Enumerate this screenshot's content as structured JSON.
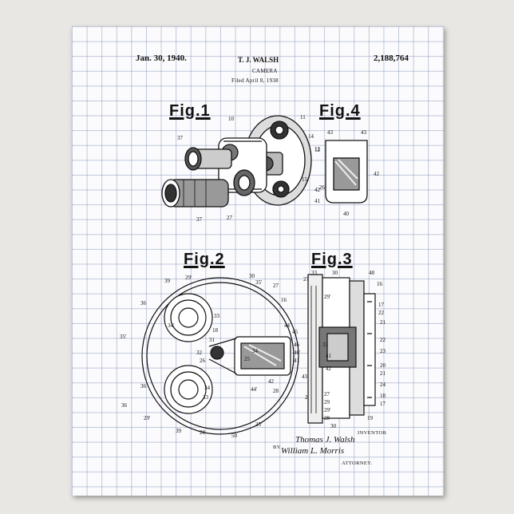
{
  "header": {
    "date": "Jan. 30, 1940.",
    "inventor_name": "T. J. WALSH",
    "patent_number": "2,188,764",
    "title": "CAMERA",
    "filed": "Filed April 8, 1938"
  },
  "figures": {
    "fig1": "Fig.1",
    "fig2": "Fig.2",
    "fig3": "Fig.3",
    "fig4": "Fig.4"
  },
  "fig1_refs": [
    "10",
    "11",
    "14",
    "12",
    "37",
    "27",
    "15",
    "26",
    "37"
  ],
  "fig4_refs": [
    "43",
    "43",
    "12",
    "42",
    "42",
    "41",
    "40"
  ],
  "fig2_refs": [
    "30",
    "35'",
    "39",
    "29'",
    "27",
    "16",
    "36",
    "34'",
    "33",
    "44",
    "45",
    "18",
    "35'",
    "31",
    "32",
    "46",
    "46'",
    "26",
    "25",
    "34",
    "41",
    "43",
    "36",
    "28",
    "34",
    "33",
    "44'",
    "42",
    "29",
    "29'",
    "39",
    "28",
    "50",
    "35'",
    "36"
  ],
  "fig3_refs": [
    "33",
    "30",
    "48",
    "27",
    "16",
    "29'",
    "17",
    "22",
    "21",
    "33",
    "22",
    "41",
    "23",
    "42",
    "20",
    "21",
    "24",
    "18",
    "17",
    "27",
    "29",
    "29'",
    "28",
    "19",
    "30"
  ],
  "signature": {
    "inventor_label": "INVENTOR",
    "inventor_sig": "Thomas J. Walsh",
    "by": "BY",
    "attorney_sig": "William L. Morris",
    "attorney_label": "ATTORNEY."
  },
  "colors": {
    "paper": "#fbfbfd",
    "grid": "#7887af",
    "ink": "#111111",
    "wall": "#e9e7e4"
  }
}
